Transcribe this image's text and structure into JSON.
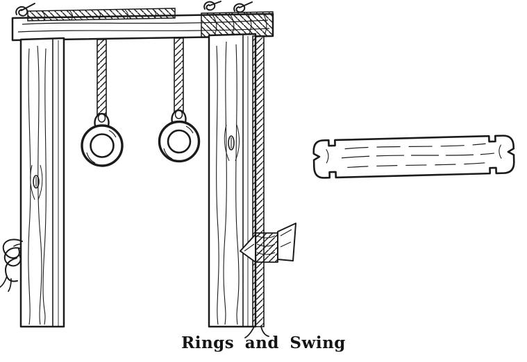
{
  "figure": {
    "caption": "Rings and Swing",
    "colors": {
      "ink": "#1b1b1b",
      "paper": "#ffffff"
    },
    "parts": [
      "top-beam",
      "left-post",
      "right-post",
      "ring-rope-left",
      "ring-rope-right",
      "ring-left",
      "ring-right",
      "post-rope",
      "rope-cleat",
      "rope-tassel",
      "swing-seat"
    ]
  }
}
